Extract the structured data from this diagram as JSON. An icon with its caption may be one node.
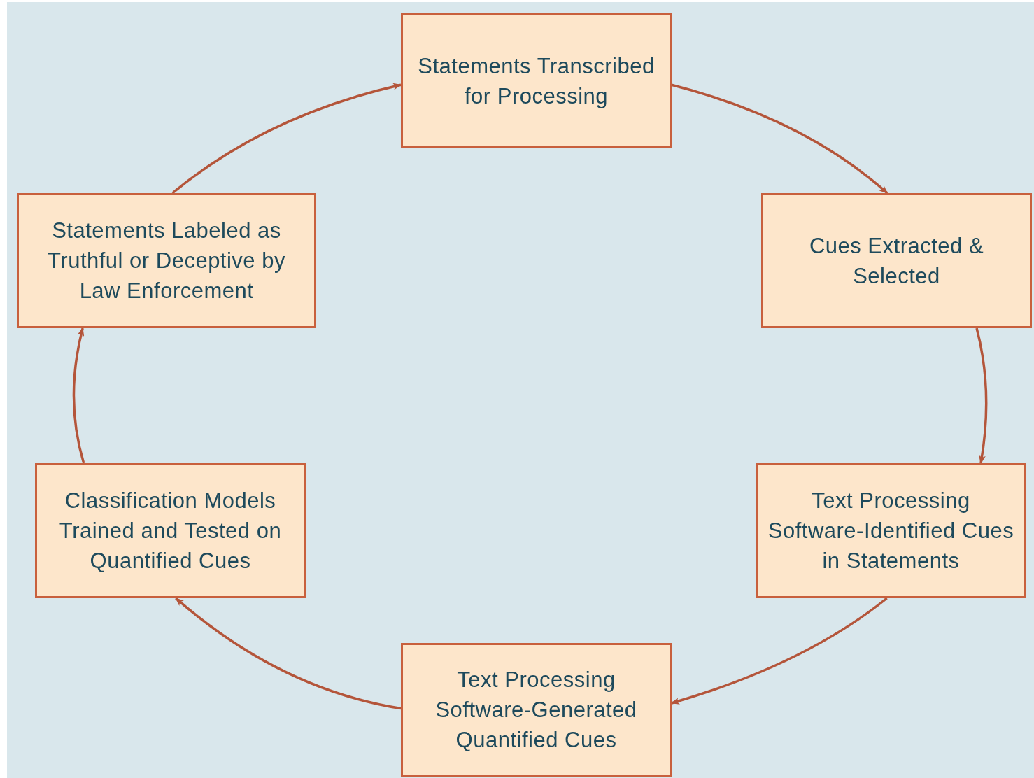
{
  "diagram": {
    "nodes": [
      {
        "text": [
          "Statements Transcribed for Processing"
        ]
      },
      {
        "text": [
          "Cues Extracted & Selected"
        ]
      },
      {
        "text": [
          "Text Processing Software-Identified Cues in Statements"
        ]
      },
      {
        "text": [
          "Text Processing Software-Generated Quantified Cues"
        ]
      },
      {
        "text": [
          "Classification Models Trained and Tested on Quantified Cues"
        ]
      },
      {
        "text": [
          "Statements Labeled as Truthful or Deceptive by Law Enforcement"
        ]
      }
    ],
    "edges": [
      {
        "from": 0,
        "to": 1,
        "arrow": "to"
      },
      {
        "from": 1,
        "to": 2,
        "arrow": "to"
      },
      {
        "from": 2,
        "to": 3,
        "arrow": "to"
      },
      {
        "from": 3,
        "to": 4,
        "arrow": "to"
      },
      {
        "from": 4,
        "to": 5,
        "arrow": "to"
      },
      {
        "from": 5,
        "to": 0,
        "arrow": "to"
      }
    ]
  }
}
